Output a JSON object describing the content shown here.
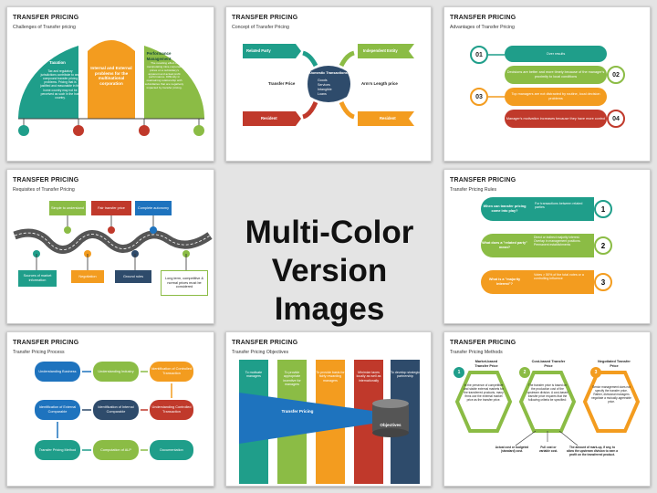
{
  "center": {
    "line1": "Multi-Color",
    "line2": "Version Images"
  },
  "slides": [
    {
      "title": "TRANSFER PRICING",
      "subtitle": "Challenges of Transfer pricing",
      "labels": {
        "taxation": "Taxation",
        "taxation_text": "Tax and regulatory jurisdictions contribute to and compound transfer pricing problems. Pricing that is justified and reasonable in the home country may not be perceived as such in the host country.",
        "center": "Internal and External problems for the multinational corporation",
        "perf": "Performance Management",
        "perf_text": "The resulting effect of manipulating intra-corporate prices on a subsidiary's apparent and actual profit performance. Difficulty in maintaining relationship with subsidiaries that are negatively impacted by transfer pricing."
      }
    },
    {
      "title": "TRANSFER PRICING",
      "subtitle": "Concept of Transfer Pricing",
      "labels": {
        "related": "Related Party",
        "independent": "Independent Entity",
        "transfer_price": "Transfer Price",
        "arms": "Arm's Length price",
        "resident_left": "Resident",
        "resident_right": "Resident",
        "domestic": "Domestic Transactions",
        "items": [
          "Goods",
          "Services",
          "Intangible",
          "Loans"
        ]
      }
    },
    {
      "title": "TRANSFER PRICING",
      "subtitle": "Advantages of Transfer Pricing",
      "items": [
        {
          "num": "01",
          "text": "Over results"
        },
        {
          "num": "02",
          "text": "Decisions are better and more timely because of the manager's proximity to local conditions"
        },
        {
          "num": "03",
          "text": "Top managers are not distracted by routine, local decision problems"
        },
        {
          "num": "04",
          "text": "Manager's motivation increases because they have more control"
        }
      ]
    },
    {
      "title": "TRANSFER PRICING",
      "subtitle": "Requisites of Transfer Pricing",
      "top": [
        "Simple to understand",
        "Fair transfer price",
        "Complete autonomy"
      ],
      "bottom": [
        "Sources of market information",
        "Negotiation",
        "Ground rules",
        "Long term, competitive & normal prices must be considered"
      ]
    },
    {
      "title": "TRANSFER PRICING",
      "subtitle": "Transfer Pricing Rules",
      "rows": [
        {
          "q": "When can transfer pricing come into play?",
          "a": "For transactions between related parties",
          "n": "1"
        },
        {
          "q": "What does a \"related party\" mean?",
          "a": "Direct or indirect majority interest. Overlap in management positions. Permanent establishments",
          "n": "2"
        },
        {
          "q": "What is a \"majority interest\"?",
          "a": "Votes > 50% of the total votes or a controlling influence",
          "n": "3"
        }
      ]
    },
    {
      "title": "TRANSFER PRICING",
      "subtitle": "Transfer Pricing Process",
      "steps": [
        "Understanding Business",
        "Understanding Industry",
        "Identification of Controlled Transaction",
        "Identification of External Comparable",
        "Identification of Internal Comparable",
        "Understanding Controlled Transaction",
        "Transfer Pricing Method",
        "Computation of ALP",
        "Documentation"
      ]
    },
    {
      "title": "TRANSFER PRICING",
      "subtitle": "Transfer Pricing Objectives",
      "bars": [
        "To motivate managers",
        "To provide appropriate incentive for managers",
        "To provide basis for fairly rewarding managers",
        "Minimize taxes locally as well as internationally",
        "To develop strategic partnership"
      ],
      "funnel": "Transfer Pricing",
      "target": "Objectives"
    },
    {
      "title": "TRANSFER PRICING",
      "subtitle": "Transfer Pricing Methods",
      "methods": [
        {
          "n": "1",
          "name": "Market-based Transfer Price",
          "text": "In the presence of competitive and stable external markets for the transferred products, many firms use the external market price as the transfer price."
        },
        {
          "n": "2",
          "name": "Cost-based Transfer Price",
          "text": "The transfer price is based on the production cost of the upstream division. A cost-based transfer price requires that the following criteria be specified:"
        },
        {
          "n": "3",
          "name": "Negotiated Transfer Price",
          "text": "Senior management does not specify the transfer price. Rather, divisional managers negotiate a mutually-agreeable price."
        }
      ],
      "notes": [
        "Actual cost or budgeted (standard) cost.",
        "Full cost or variable cost.",
        "The amount of mark-up, if any, to allow the upstream division to earn a profit on the transferred product."
      ]
    }
  ],
  "colors": {
    "teal": "#1f9e8a",
    "green": "#8bbc45",
    "orange": "#f39c1f",
    "red": "#c0392b",
    "blue": "#1e73be",
    "navy": "#2e4b6b",
    "gray": "#5a6a7a"
  }
}
